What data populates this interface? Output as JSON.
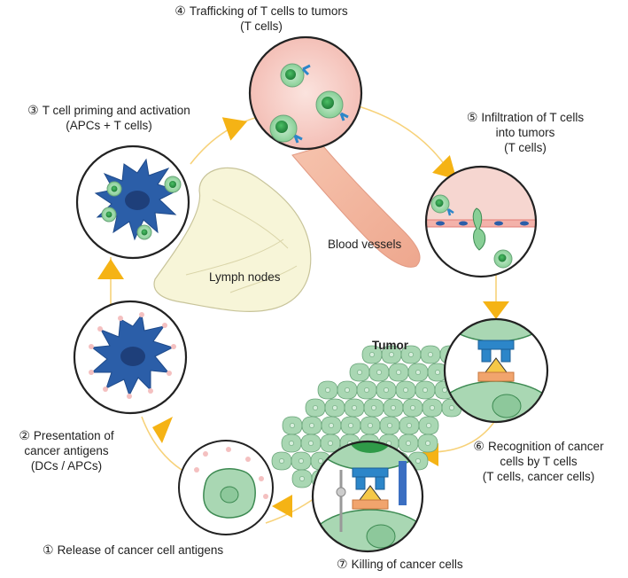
{
  "steps": [
    {
      "num": "①",
      "title": "Release of cancer cell antigens",
      "sub": ""
    },
    {
      "num": "②",
      "title": "Presentation of",
      "title2": "cancer antigens",
      "sub": "(DCs / APCs)"
    },
    {
      "num": "③",
      "title": "T cell priming and activation",
      "sub": "(APCs + T cells)"
    },
    {
      "num": "④",
      "title": "Trafficking of T cells to tumors",
      "sub": "(T cells)"
    },
    {
      "num": "⑤",
      "title": "Infiltration of T cells",
      "title2": "into tumors",
      "sub": "(T cells)"
    },
    {
      "num": "⑥",
      "title": "Recognition of cancer",
      "title2": "cells by T cells",
      "sub": "(T cells, cancer cells)"
    },
    {
      "num": "⑦",
      "title": "Killing of cancer cells",
      "sub": ""
    }
  ],
  "tags": {
    "lymph_nodes": "Lymph nodes",
    "blood_vessels": "Blood vessels",
    "tumor": "Tumor"
  },
  "colors": {
    "arrow": "#f5b315",
    "cycle_line": "#f7d27a",
    "tcell_outer": "#9fd8a6",
    "tcell_nucleus": "#2f9a48",
    "dc_body": "#2b5ea8",
    "dc_nucleus": "#1e3f7a",
    "vessel_pink": "#f6c9c2",
    "vessel_stroke": "#e88e86",
    "lymph_fill": "#f7f5d8",
    "tumor_cell": "#a9d7b3",
    "tumor_stroke": "#6aa57a",
    "receptor_blue": "#2c86c9",
    "mhc_orange": "#f1a46d"
  }
}
